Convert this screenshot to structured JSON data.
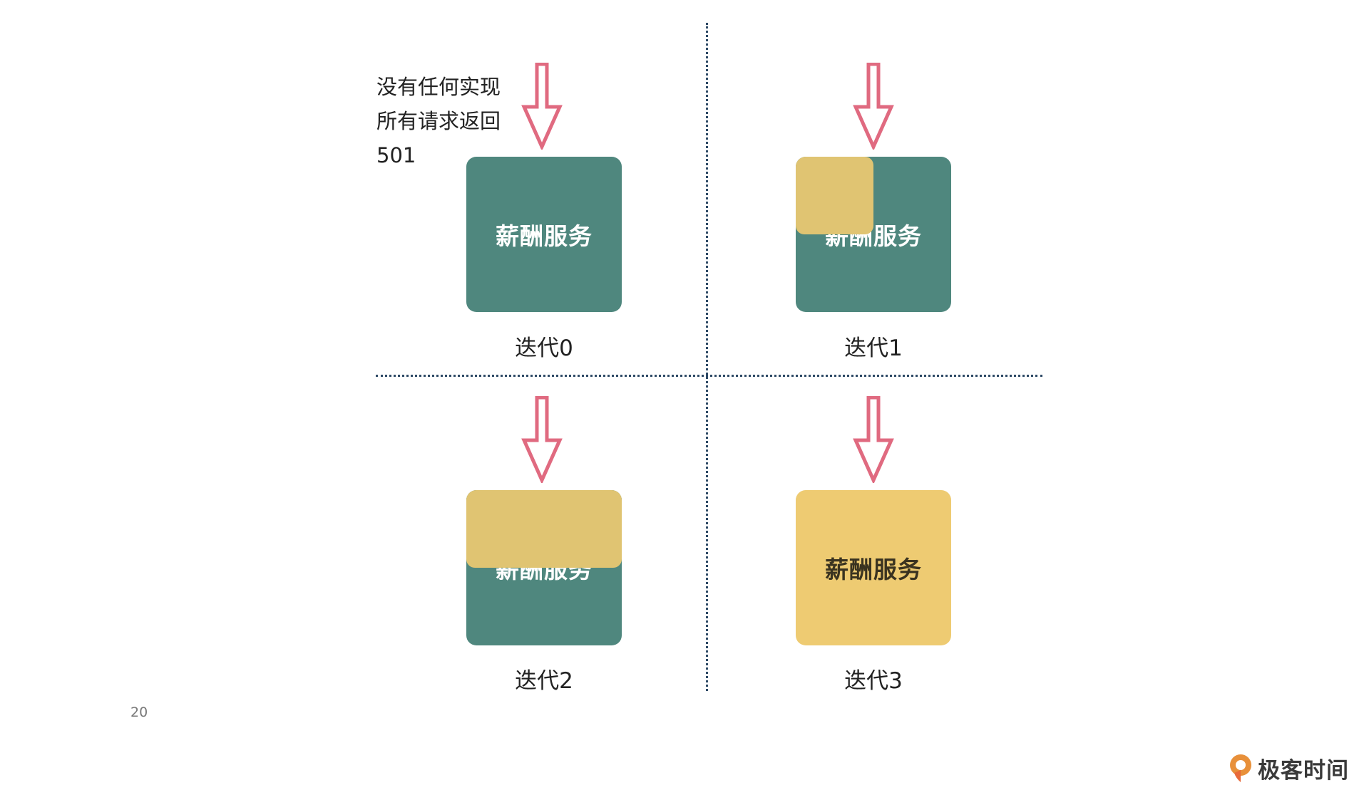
{
  "note_lines": [
    "没有任何实现",
    "所有请求返回",
    "501"
  ],
  "quadrants": [
    {
      "service_label": "薪酬服务",
      "caption": "迭代0",
      "migrated_fraction": 0
    },
    {
      "service_label": "薪酬服务",
      "caption": "迭代1",
      "migrated_fraction": 0.25
    },
    {
      "service_label": "薪酬服务",
      "caption": "迭代2",
      "migrated_fraction": 0.5
    },
    {
      "service_label": "薪酬服务",
      "caption": "迭代3",
      "migrated_fraction": 1
    }
  ],
  "page_number": "20",
  "logo_text": "极客时间",
  "colors": {
    "legacy_service": "#4f877e",
    "new_implementation": "#e0c472",
    "complete_service": "#eecb72",
    "arrow": "#e06a80",
    "divider": "#2e4a66"
  }
}
